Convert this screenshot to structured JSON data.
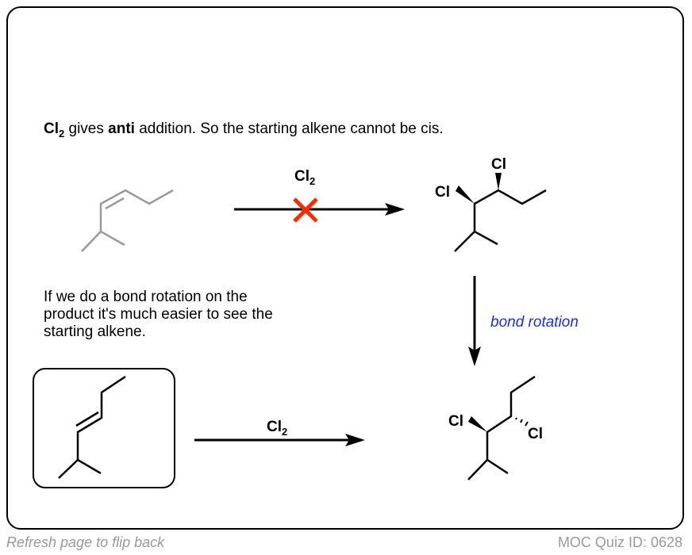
{
  "headline": {
    "reagent": "Cl",
    "reagent_sub": "2",
    "part1": " gives ",
    "bold": "anti",
    "part2": " addition. So the starting alkene cannot be cis."
  },
  "explanation": "If we do a bond rotation on the product it's much easier to see the starting alkene.",
  "reaction_top": {
    "reagent": "Cl",
    "reagent_sub": "2",
    "blocked": true
  },
  "reaction_bottom": {
    "reagent": "Cl",
    "reagent_sub": "2"
  },
  "atom_label": "Cl",
  "rotation_label": "bond rotation",
  "footer": {
    "left": "Refresh page to flip back",
    "right": "MOC Quiz ID: 0628"
  },
  "colors": {
    "starting_alkene": "#999999",
    "cross": "#ff2a00",
    "rotation_label": "#1a2cff"
  }
}
